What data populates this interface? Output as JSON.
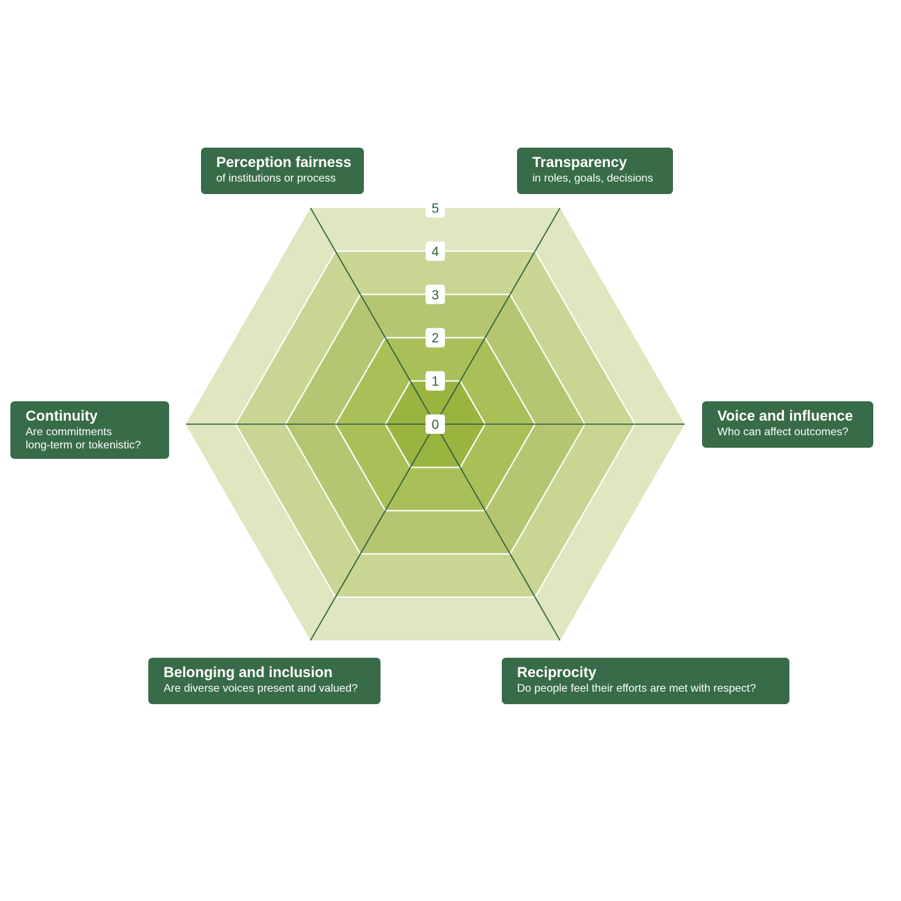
{
  "scale": {
    "max": 5,
    "ticks": [
      "0",
      "1",
      "2",
      "3",
      "4",
      "5"
    ]
  },
  "colors": {
    "ring_fills": [
      "#9ab440",
      "#a9bf58",
      "#b4c671",
      "#c8d593",
      "#dfe6c0"
    ],
    "axis_line": "#2e5e3c",
    "ring_outline": "#ffffff",
    "label_box": "#386b47",
    "tick_text": "#2e5e3c"
  },
  "dimensions": [
    {
      "id": "perception",
      "title": "Perception fairness",
      "subtitle": "of institutions or process"
    },
    {
      "id": "transparency",
      "title": "Transparency",
      "subtitle": "in roles, goals, decisions"
    },
    {
      "id": "voice",
      "title": "Voice and influence",
      "subtitle": "Who can affect outcomes?"
    },
    {
      "id": "reciprocity",
      "title": "Reciprocity",
      "subtitle": "Do people feel their efforts are met with respect?"
    },
    {
      "id": "belonging",
      "title": "Belonging and inclusion",
      "subtitle": "Are diverse voices present and valued?"
    },
    {
      "id": "continuity",
      "title": "Continuity",
      "subtitle": "Are commitments\nlong-term or tokenistic?"
    }
  ]
}
